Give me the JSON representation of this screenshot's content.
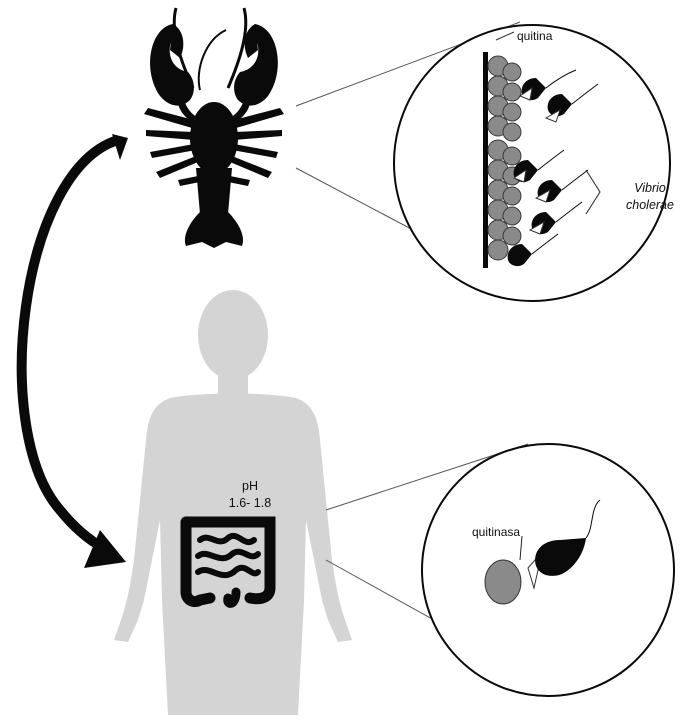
{
  "labels": {
    "chitin": "quitina",
    "vibrio_line1": "Vibrio",
    "vibrio_line2": "cholerae",
    "ph_line1": "pH",
    "ph_line2": "1.6- 1.8",
    "chitinase": "quitinasa"
  },
  "colors": {
    "silhouette_dark": "#0a0a0a",
    "human_gray": "#d4d4d4",
    "chitin_ball": "#8a8a8a",
    "line": "#333333"
  },
  "icons": [
    "crayfish-icon",
    "human-body-icon",
    "intestine-icon",
    "bacterium-icon",
    "chitinase-enzyme-icon"
  ]
}
